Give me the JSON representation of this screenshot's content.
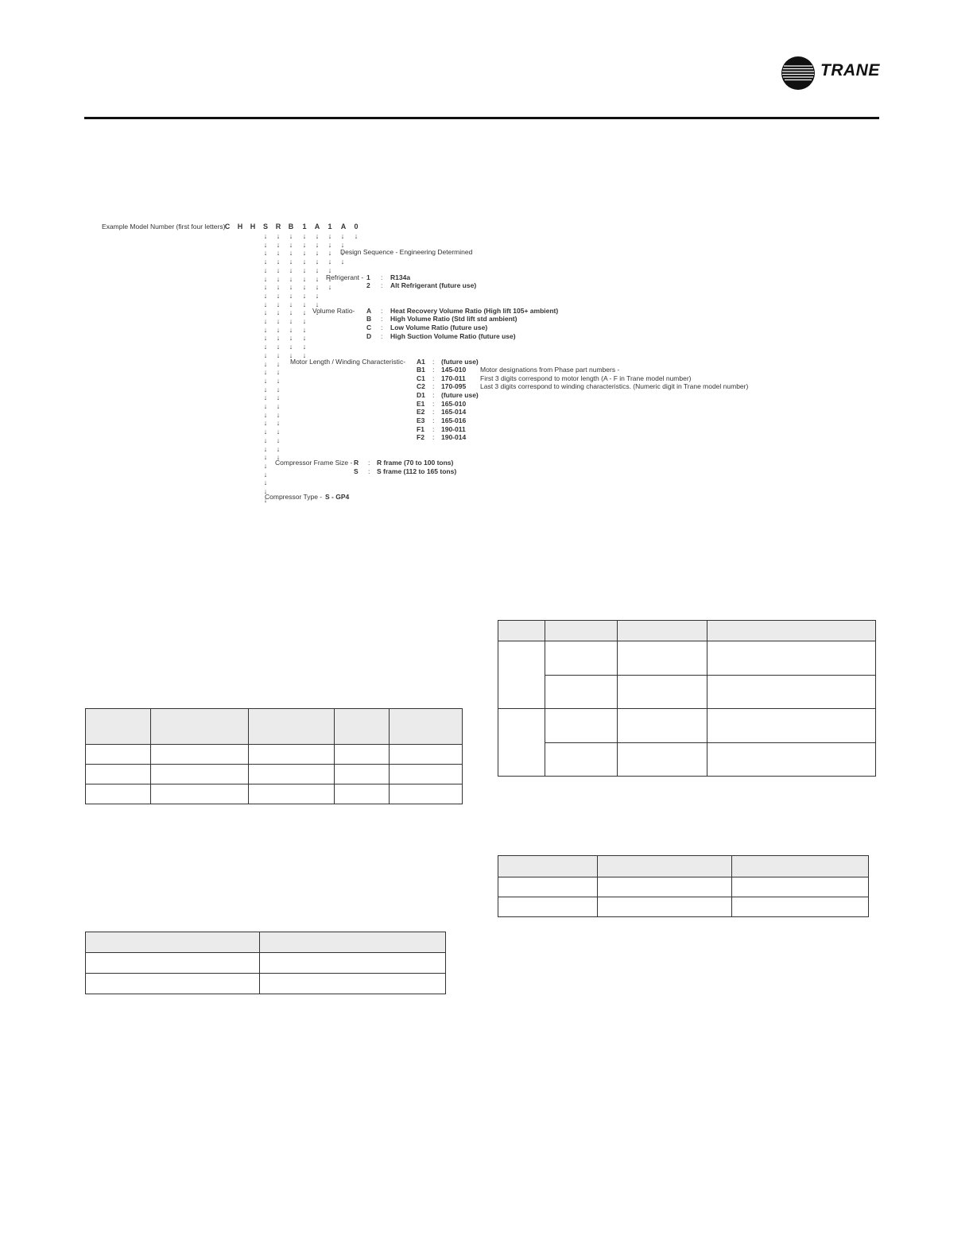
{
  "header": {
    "logo_text": "TRANE",
    "logo_mark": "trane-circle-logo"
  },
  "model_code": {
    "example_label": "Example Model Number (first four letters)",
    "letters": [
      "C",
      "H",
      "H",
      "S",
      "R",
      "B",
      "1",
      "A",
      "1",
      "A",
      "0"
    ],
    "design_sequence": "Design Sequence - Engineering Determined",
    "refrigerant": {
      "label": "Refrigerant -",
      "options": [
        {
          "code": "1",
          "sep": ":",
          "desc": "R134a"
        },
        {
          "code": "2",
          "sep": ":",
          "desc": "Alt Refrigerant (future use)"
        }
      ]
    },
    "volume_ratio": {
      "label": "Volume Ratio-",
      "options": [
        {
          "code": "A",
          "sep": ":",
          "desc": "Heat Recovery Volume Ratio (High lift 105+ ambient)"
        },
        {
          "code": "B",
          "sep": ":",
          "desc": "High Volume Ratio (Std lift std ambient)"
        },
        {
          "code": "C",
          "sep": ":",
          "desc": "Low Volume Ratio (future use)"
        },
        {
          "code": "D",
          "sep": ":",
          "desc": "High Suction Volume Ratio (future use)"
        }
      ]
    },
    "motor": {
      "label": "Motor Length / Winding Characteristic-",
      "options": [
        {
          "code": "A1",
          "sep": ":",
          "desc": "(future use)"
        },
        {
          "code": "B1",
          "sep": ":",
          "desc": "145-010"
        },
        {
          "code": "C1",
          "sep": ":",
          "desc": "170-011"
        },
        {
          "code": "C2",
          "sep": ":",
          "desc": "170-095"
        },
        {
          "code": "D1",
          "sep": ":",
          "desc": "(future use)"
        },
        {
          "code": "E1",
          "sep": ":",
          "desc": "165-010"
        },
        {
          "code": "E2",
          "sep": ":",
          "desc": "165-014"
        },
        {
          "code": "E3",
          "sep": ":",
          "desc": "165-016"
        },
        {
          "code": "F1",
          "sep": ":",
          "desc": "190-011"
        },
        {
          "code": "F2",
          "sep": ":",
          "desc": "190-014"
        }
      ],
      "notes": [
        "Motor designations from Phase part numbers -",
        "First 3 digits correspond to  motor length (A - F in Trane model number)",
        "Last 3 digits correspond to winding characteristics. (Numeric digit in Trane model number)"
      ]
    },
    "frame": {
      "label": "Compressor Frame Size -",
      "options": [
        {
          "code": "R",
          "sep": ":",
          "desc": "R frame (70 to 100 tons)"
        },
        {
          "code": "S",
          "sep": ":",
          "desc": "S frame (112 to 165 tons)"
        }
      ]
    },
    "type": {
      "label": "Compressor Type -",
      "value": "S - GP4"
    }
  }
}
